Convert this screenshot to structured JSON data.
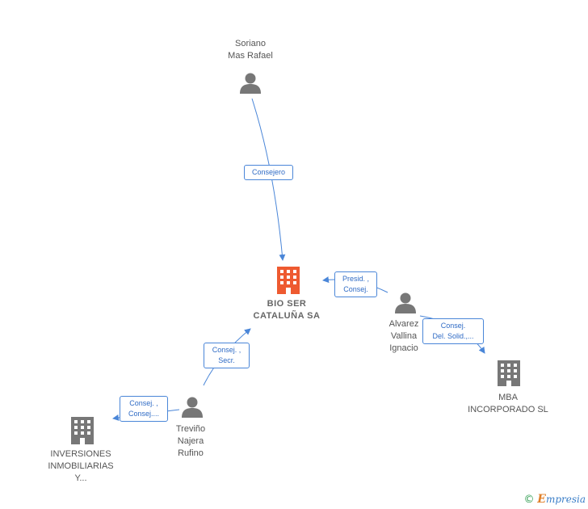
{
  "colors": {
    "edge": "#4a86d8",
    "person": "#777777",
    "company": "#777777",
    "focus_company": "#ee5a30"
  },
  "nodes": {
    "soriano": {
      "label": "Soriano\nMas Rafael",
      "icon": "person-icon"
    },
    "bio": {
      "label": "BIO SER\nCATALUÑA SA",
      "icon": "building-icon"
    },
    "alvarez": {
      "label": "Alvarez\nVallina\nIgnacio",
      "icon": "person-icon"
    },
    "mba": {
      "label": "MBA\nINCORPORADO SL",
      "icon": "building-icon"
    },
    "trevino": {
      "label": "Treviño\nNajera\nRufino",
      "icon": "person-icon"
    },
    "inversiones": {
      "label": "INVERSIONES\nINMOBILIARIAS\nY...",
      "icon": "building-icon"
    }
  },
  "edges": {
    "e1": {
      "label": "Consejero"
    },
    "e2": {
      "label": "Presid. ,\nConsej."
    },
    "e3": {
      "label": "Consej.\nDel. Solid.,..."
    },
    "e4": {
      "label": "Consej. ,\nSecr."
    },
    "e5": {
      "label": "Consej. ,\nConsej...."
    }
  },
  "footer": {
    "copyright": "©",
    "brand_first": "E",
    "brand_rest": "mpresia"
  }
}
